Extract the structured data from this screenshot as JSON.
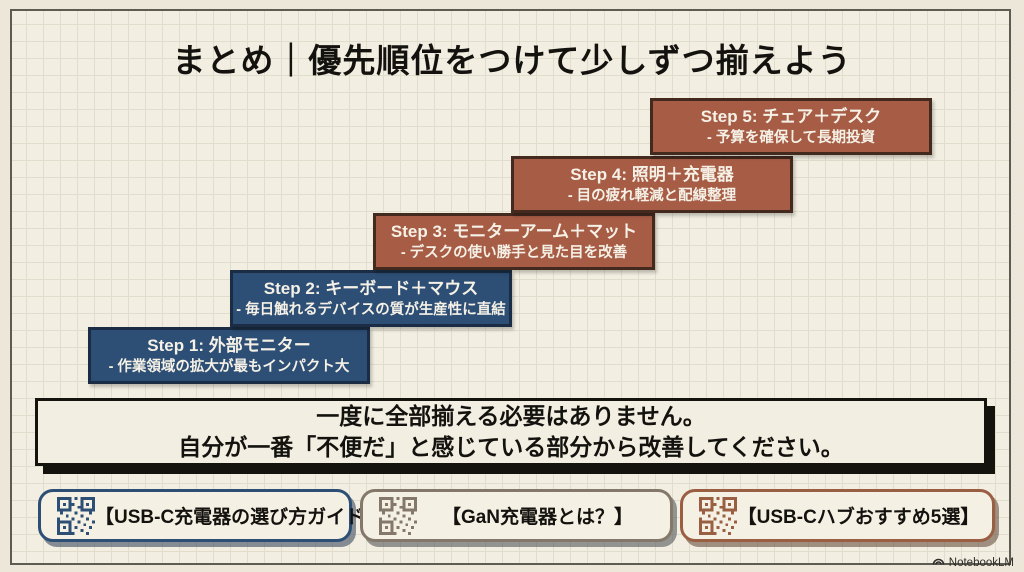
{
  "page": {
    "title": "まとめ｜優先順位をつけて少しずつ揃えよう"
  },
  "steps": [
    {
      "title": "Step 1: 外部モニター",
      "desc": "- 作業領域の拡大が最もインパクト大",
      "color": "#2d4e75",
      "border": "#1b2d45"
    },
    {
      "title": "Step 2: キーボード＋マウス",
      "desc": "- 毎日触れるデバイスの質が生産性に直結",
      "color": "#2d4e75",
      "border": "#1b2d45"
    },
    {
      "title": "Step 3: モニターアーム＋マット",
      "desc": "- デスクの使い勝手と見た目を改善",
      "color": "#a65c45",
      "border": "#44291f"
    },
    {
      "title": "Step 4: 照明＋充電器",
      "desc": "- 目の疲れ軽減と配線整理",
      "color": "#a65c45",
      "border": "#44291f"
    },
    {
      "title": "Step 5: チェア＋デスク",
      "desc": "- 予算を確保して長期投資",
      "color": "#a65c45",
      "border": "#44291f"
    }
  ],
  "summary": {
    "line1": "一度に全部揃える必要はありません。",
    "line2": "自分が一番「不便だ」と感じている部分から改善してください。"
  },
  "links": [
    {
      "label": "【USB-C充電器の選び方ガイド】",
      "icon": "qr-code-icon",
      "accent": "#2d4e75"
    },
    {
      "label": "【GaN充電器とは？】",
      "icon": "qr-code-icon",
      "accent": "#84786a"
    },
    {
      "label": "【USB-Cハブおすすめ5選】",
      "icon": "qr-code-icon",
      "accent": "#9a5f42"
    }
  ],
  "watermark": {
    "label": "NotebookLM"
  },
  "colors": {
    "background": "#f2eee1",
    "grid_line": "#e1ddcc",
    "frame_border": "#5e5b51",
    "step_blue": "#2d4e75",
    "step_brown": "#a65c45",
    "text_dark": "#14120e",
    "summary_shadow": "#15130e"
  }
}
